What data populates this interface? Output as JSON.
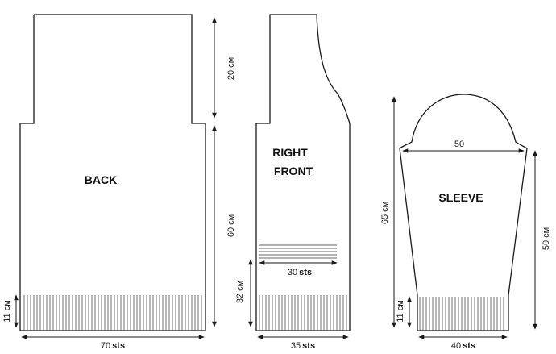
{
  "pieces": {
    "back": {
      "label": "BACK",
      "height_upper": "20 см",
      "height_lower": "60 см",
      "rib_height": "11 см",
      "width_value": "70",
      "width_unit": "sts"
    },
    "right_front": {
      "label_line1": "RIGHT",
      "label_line2": "FRONT",
      "inner_width_value": "30",
      "inner_width_unit": "sts",
      "height_lower": "32 см",
      "width_value": "35",
      "width_unit": "sts"
    },
    "sleeve": {
      "label": "SLEEVE",
      "cap_width": "50",
      "total_height": "65 см",
      "side_height": "50 см",
      "rib_height": "11 см",
      "width_value": "40",
      "width_unit": "sts"
    }
  }
}
